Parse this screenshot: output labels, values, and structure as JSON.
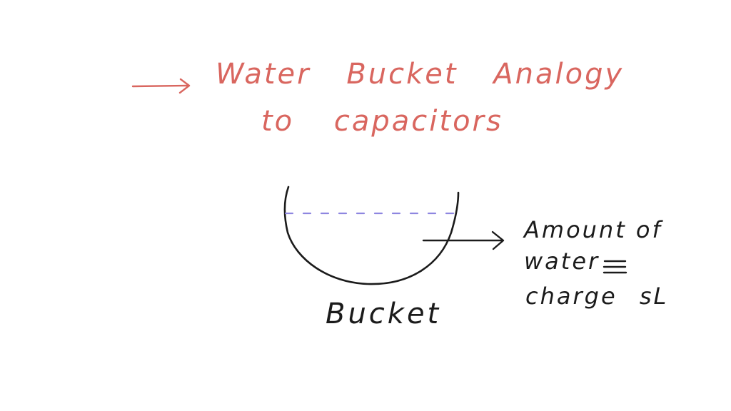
{
  "title": {
    "line1": "Water Bucket Analogy",
    "line2": "to capacitors"
  },
  "bucket": {
    "label": "Bucket"
  },
  "annotation": {
    "line1": "Amount of",
    "line2": "water",
    "line3": "charge sL"
  },
  "colors": {
    "title_ink": "#d9665f",
    "pen_ink": "#1b1b1b",
    "water_level": "#8e86e0",
    "background": "#ffffff"
  },
  "icons": {
    "title_arrow": "right-arrow-icon",
    "pointer_arrow": "right-arrow-icon",
    "equivalence": "identical-to-icon"
  }
}
